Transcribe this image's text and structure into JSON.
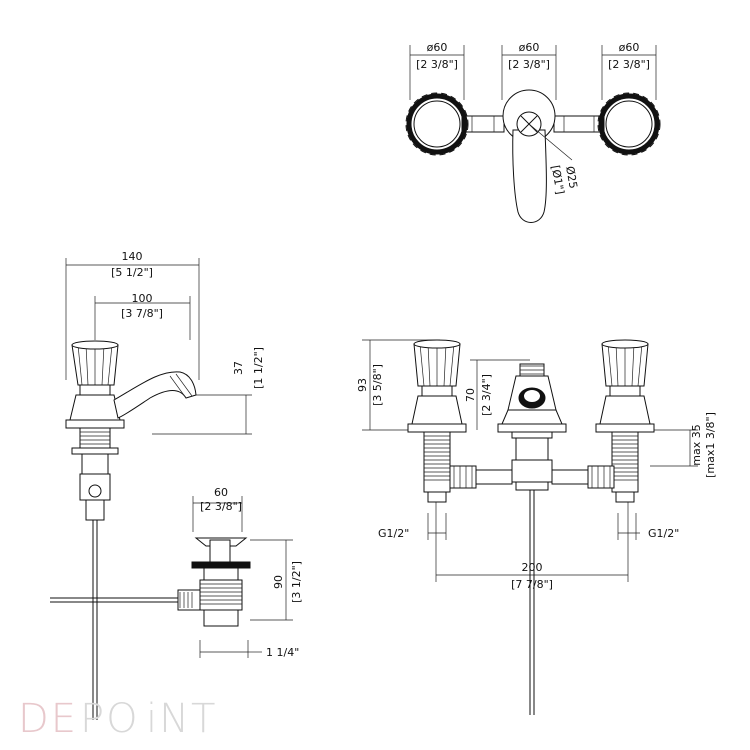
{
  "top_view": {
    "left_handle_dia": "ø60",
    "left_handle_dia_in": "[2 3/8\"]",
    "center_dia": "ø60",
    "center_dia_in": "[2 3/8\"]",
    "right_handle_dia": "ø60",
    "right_handle_dia_in": "[2 3/8\"]",
    "lever_dia": "Ø25",
    "lever_dia_in": "[Ø1\"]"
  },
  "side_view": {
    "total_length": "140",
    "total_length_in": "[5 1/2\"]",
    "spout_reach": "100",
    "spout_reach_in": "[3 7/8\"]",
    "spout_height": "37",
    "spout_height_in": "[1 1/2\"]"
  },
  "drain_view": {
    "width": "60",
    "width_in": "[2 3/8\"]",
    "height": "90",
    "height_in": "[3 1/2\"]",
    "thread": "1 1/4\""
  },
  "front_view": {
    "handle_height": "93",
    "handle_height_in": "[3 5/8\"]",
    "spout_height": "70",
    "spout_height_in": "[2 3/4\"]",
    "max_deck": "max 35",
    "max_deck_in": "[max1 3/8\"]",
    "left_thread": "G1/2\"",
    "right_thread": "G1/2\"",
    "centers": "200",
    "centers_in": "[7 7/8\"]"
  },
  "logo": {
    "part1": "DE",
    "part2": "PO",
    "part3": "iNT"
  }
}
